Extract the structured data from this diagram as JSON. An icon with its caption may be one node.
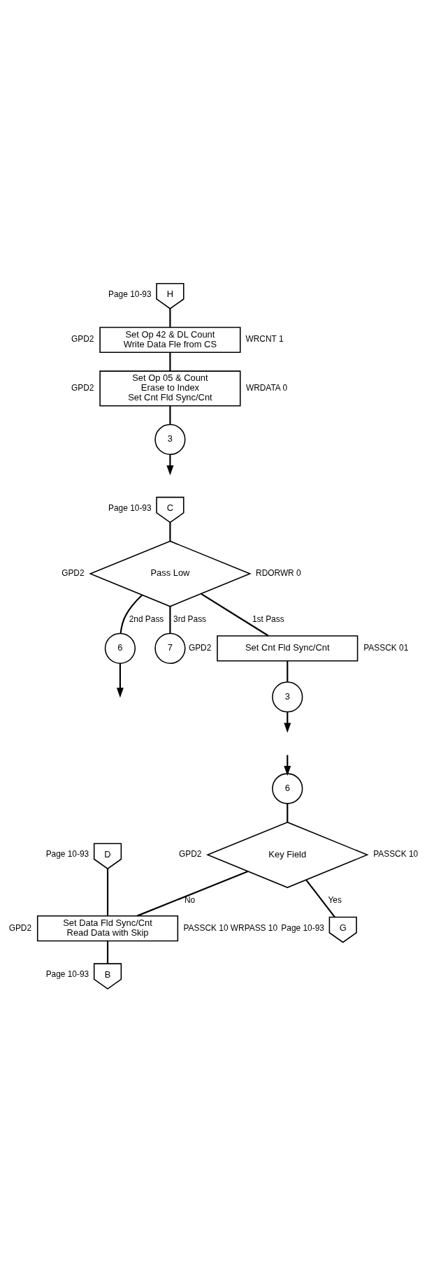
{
  "diagram": {
    "nodes": [
      {
        "text": [
          "H"
        ],
        "beside": [
          "Page 10-93"
        ]
      },
      {
        "text": [
          "Set Op 42 & DL Count",
          "Write Data Fle from CS"
        ],
        "beside": [
          "GPD2",
          "WRCNT 1"
        ]
      },
      {
        "text": [
          "Set Op 05 & Count",
          "Erase to Index",
          "Set Cnt Fld Sync/Cnt"
        ],
        "beside": [
          "GPD2",
          "WRDATA 0"
        ]
      },
      {
        "text": [
          "3"
        ]
      },
      {
        "text": [
          "C"
        ],
        "beside": [
          "Page 10-93"
        ]
      },
      {
        "text": [
          "Pass Low"
        ],
        "beside": [
          "GPD2",
          "RDORWR 0"
        ]
      },
      {
        "text": [
          "6"
        ]
      },
      {
        "text": [
          "7"
        ]
      },
      {
        "text": [
          "Set Cnt Fld Sync/Cnt"
        ],
        "beside": [
          "GPD2",
          "PASSCK 01"
        ]
      },
      {
        "text": [
          "3"
        ]
      },
      {
        "text": [
          "6"
        ]
      },
      {
        "text": [
          "Key Field"
        ],
        "beside": [
          "GPD2",
          "PASSCK 10"
        ]
      },
      {
        "text": [
          "D"
        ],
        "beside": [
          "Page 10-93"
        ]
      },
      {
        "text": [
          "G"
        ],
        "beside": [
          "Page 10-93"
        ]
      },
      {
        "text": [
          "Set Data Fld Sync/Cnt",
          "Read Data with Skip"
        ],
        "beside": [
          "GPD2",
          "PASSCK 10 WRPASS 10"
        ]
      },
      {
        "text": [
          "B"
        ],
        "beside": [
          "Page 10-93"
        ]
      }
    ],
    "edges": [
      {
        "from": 0,
        "to": 1,
        "arrow": "none"
      },
      {
        "from": 1,
        "to": 2,
        "arrow": "none"
      },
      {
        "from": 2,
        "to": 3,
        "arrow": "none"
      },
      {
        "from": 3,
        "to": null,
        "arrow": "to"
      },
      {
        "from": 4,
        "to": 5,
        "arrow": "none"
      },
      {
        "from": 5,
        "to": 6,
        "arrow": "none",
        "label": "2nd Pass"
      },
      {
        "from": 5,
        "to": 7,
        "arrow": "none",
        "label": "3rd Pass"
      },
      {
        "from": 6,
        "to": null,
        "arrow": "to"
      },
      {
        "from": 5,
        "to": 8,
        "arrow": "none",
        "label": "1st Pass"
      },
      {
        "from": 8,
        "to": 9,
        "arrow": "none"
      },
      {
        "from": 9,
        "to": null,
        "arrow": "to"
      },
      {
        "from": null,
        "to": 10,
        "arrow": "to"
      },
      {
        "from": 10,
        "to": 11,
        "arrow": "none"
      },
      {
        "from": 11,
        "to": 13,
        "arrow": "none",
        "label": "Yes"
      },
      {
        "from": 11,
        "to": 14,
        "arrow": "none",
        "label": "No"
      },
      {
        "from": 12,
        "to": 14,
        "arrow": "none"
      },
      {
        "from": 14,
        "to": 15,
        "arrow": "none"
      }
    ]
  }
}
